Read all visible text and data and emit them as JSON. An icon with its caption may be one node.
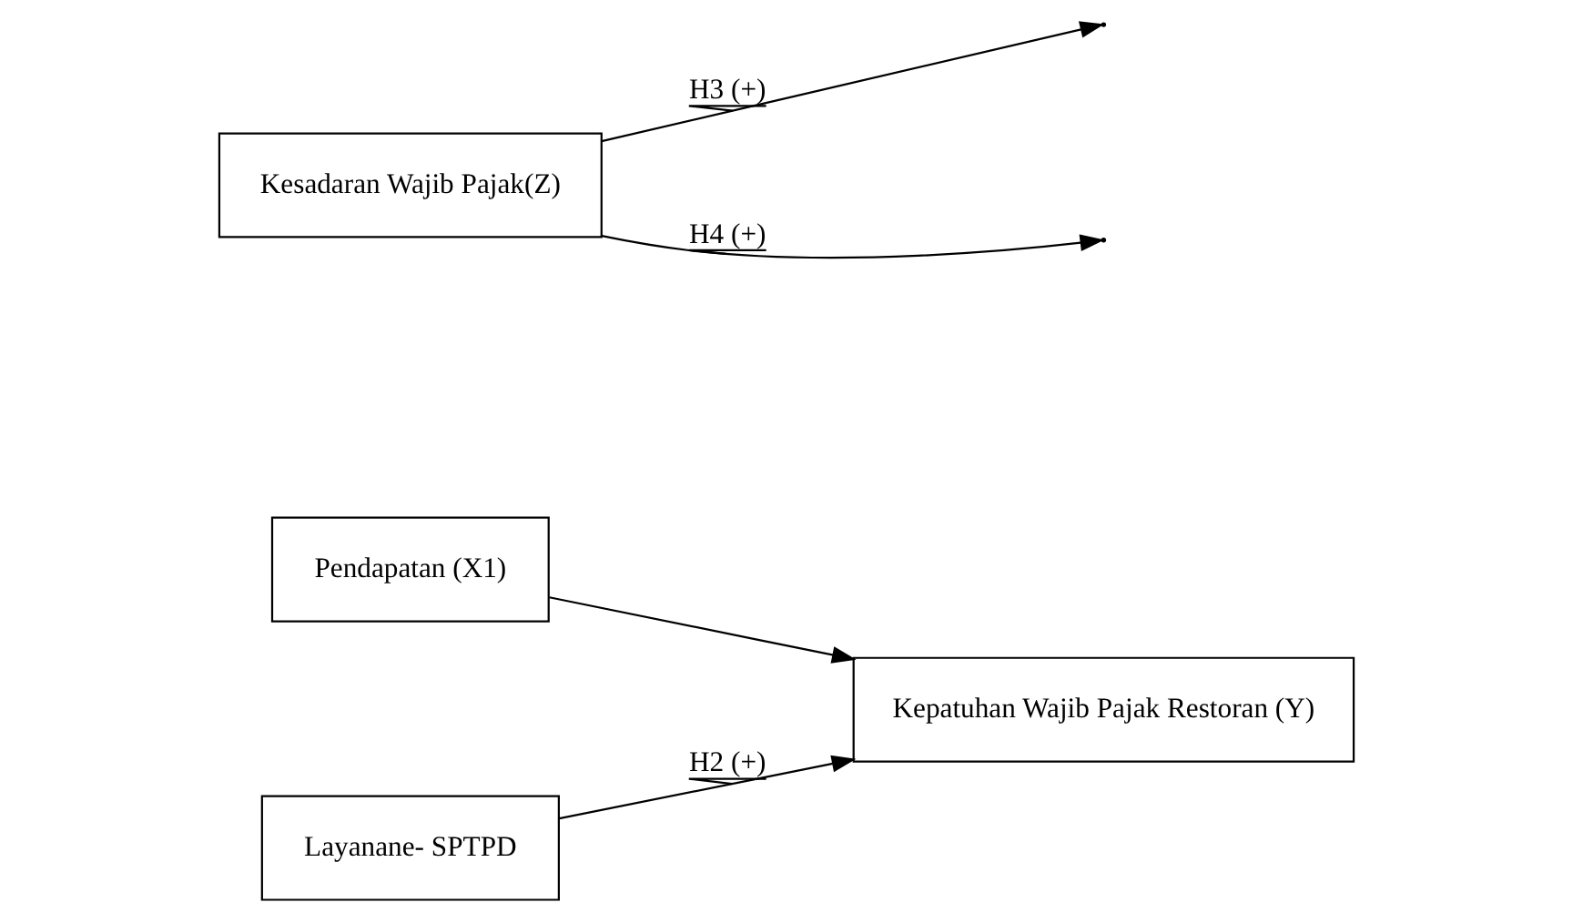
{
  "diagram": {
    "nodes": [
      {
        "text": [
          "Pendapatan (X1)"
        ]
      },
      {
        "text": [
          "Layanane- SPTPD"
        ]
      },
      {
        "text": [
          "Kepatuhan Wajib Pajak Restoran (Y)"
        ]
      },
      {
        "text": [
          "Kesadaran Wajib Pajak(Z)"
        ]
      }
    ],
    "edges": [
      {
        "from": 0,
        "to": 2,
        "arrow": "to"
      },
      {
        "from": 1,
        "to": 2,
        "arrow": "to",
        "label": "H2 (+)"
      },
      {
        "from": 3,
        "to": null,
        "arrow": "to",
        "label": "H3 (+)"
      },
      {
        "from": 3,
        "to": null,
        "arrow": "to",
        "label": "H4 (+)"
      }
    ]
  }
}
